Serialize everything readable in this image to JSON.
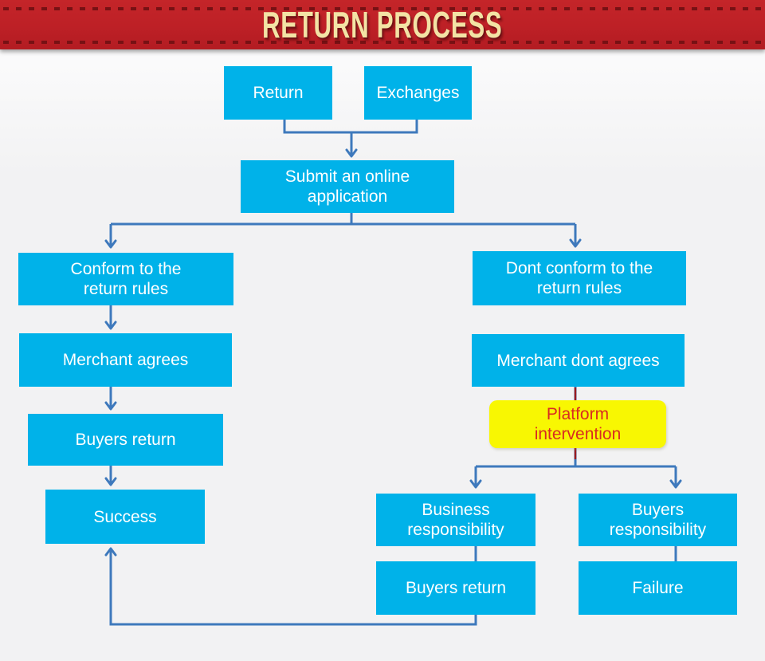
{
  "banner": {
    "title": "RETURN PROCESS",
    "bg_color": "#bd2026",
    "text_color": "#f3e3a5",
    "dash_color": "#771114"
  },
  "colors": {
    "node_fill": "#00b2e9",
    "node_text": "#ffffff",
    "connector_blue": "#3e79bc",
    "connector_red": "#9b1b1f",
    "highlight_fill": "#f8f702",
    "highlight_text": "#d92b21",
    "page_bg": "#f2f2f3"
  },
  "nodes": {
    "return": {
      "label": "Return"
    },
    "exchanges": {
      "label": "Exchanges"
    },
    "submit": {
      "label": "Submit an online\napplication"
    },
    "conform": {
      "label": "Conform to the\nreturn rules"
    },
    "dont_conform": {
      "label": "Dont conform to the\nreturn rules"
    },
    "merchant_agrees": {
      "label": "Merchant agrees"
    },
    "merchant_dont_agrees": {
      "label": "Merchant dont agrees"
    },
    "buyers_return_left": {
      "label": "Buyers return"
    },
    "platform_intervention": {
      "label": "Platform\nintervention"
    },
    "success": {
      "label": "Success"
    },
    "business_responsibility": {
      "label": "Business\nresponsibility"
    },
    "buyers_responsibility": {
      "label": "Buyers\nresponsibility"
    },
    "buyers_return_bottom": {
      "label": "Buyers return"
    },
    "failure": {
      "label": "Failure"
    }
  }
}
